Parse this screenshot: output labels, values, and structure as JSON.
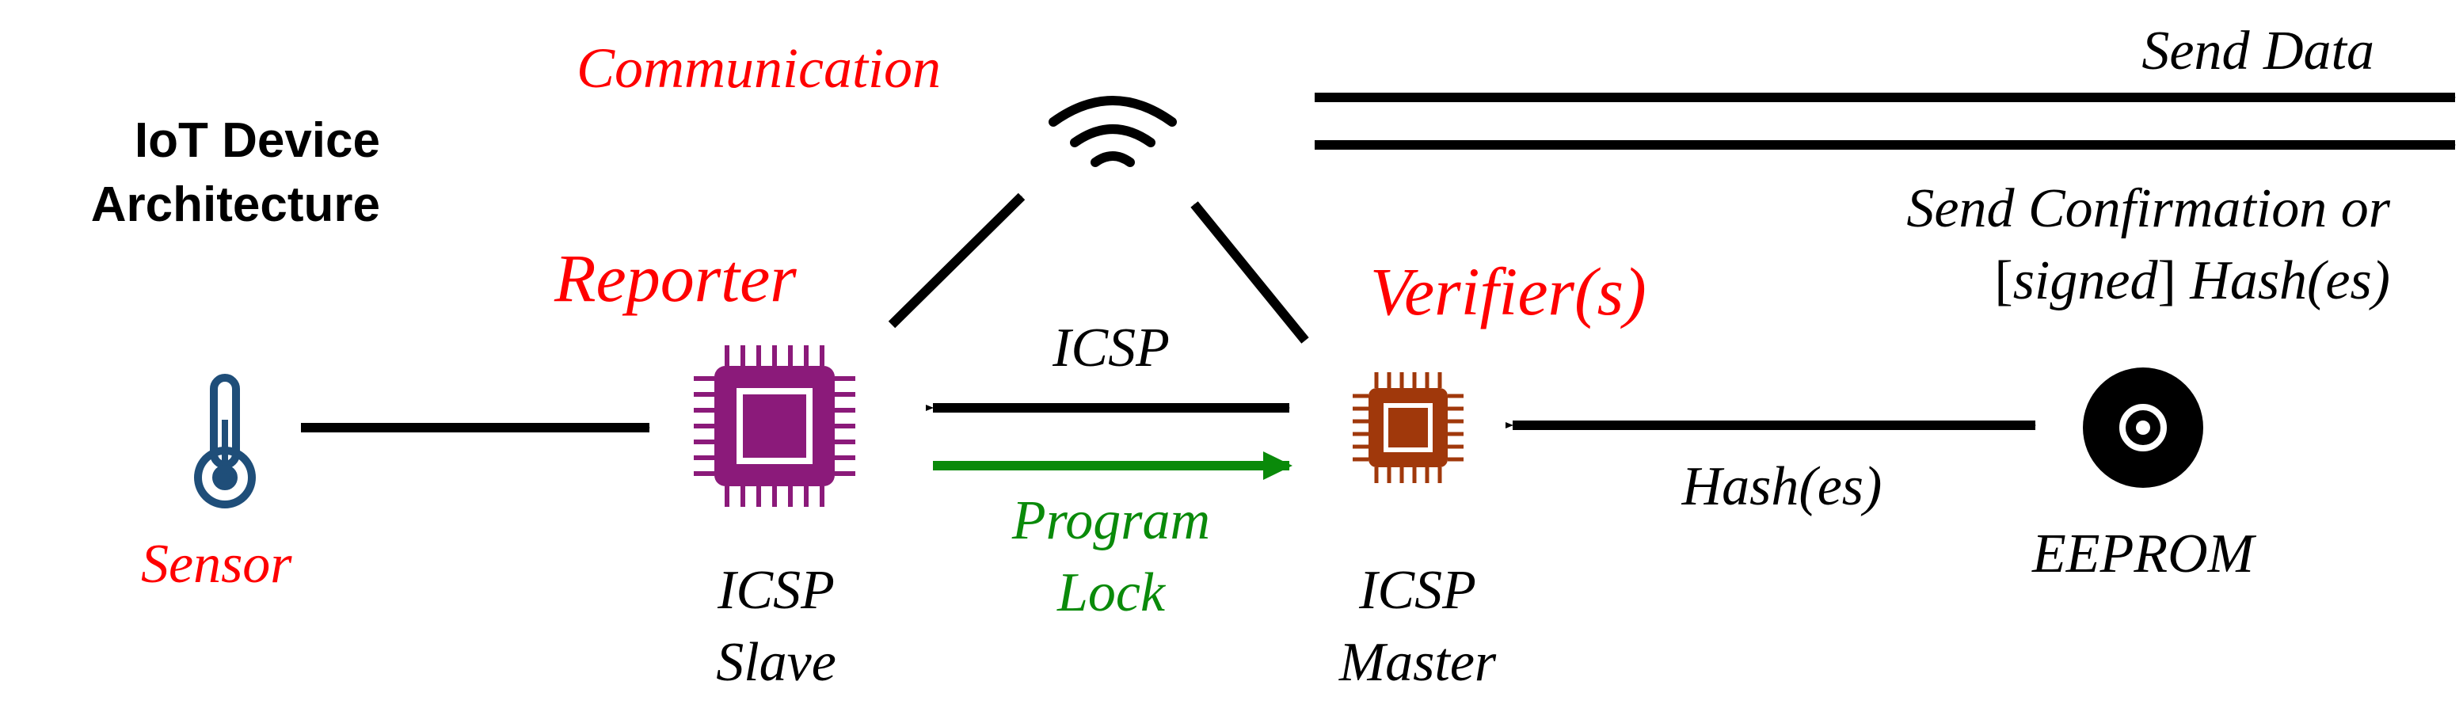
{
  "title": {
    "line1": "IoT Device",
    "line2": "Architecture"
  },
  "communication_label": "Communication",
  "reporter_label": "Reporter",
  "verifier_label": "Verifier(s)",
  "sensor_label": "Sensor",
  "slave_label": {
    "line1": "ICSP",
    "line2": "Slave"
  },
  "master_label": {
    "line1": "ICSP",
    "line2": "Master"
  },
  "eeprom_label": "EEPROM",
  "icsp_link_label": "ICSP",
  "program_lock_label": {
    "line1": "Program",
    "line2": "Lock"
  },
  "hashes_link_label": "Hash(es)",
  "send_data_label": "Send Data",
  "send_confirmation": {
    "line1": "Send Confirmation or",
    "line2_open": "[",
    "line2_signed": "signed",
    "line2_close": "] ",
    "line2_rest": "Hash(es)"
  },
  "colors": {
    "label_red": "#ff0000",
    "program_lock_green": "#0a8a0a",
    "sensor_blue": "#1f4e79",
    "slave_chip_purple": "#8b1a7a",
    "master_chip_brown": "#a0380b",
    "arrow_black": "#000000"
  },
  "icons": {
    "sensor": "thermometer-icon",
    "communication": "wifi-icon",
    "reporter": "microchip-icon",
    "verifier": "microchip-icon",
    "eeprom": "disc-icon"
  }
}
